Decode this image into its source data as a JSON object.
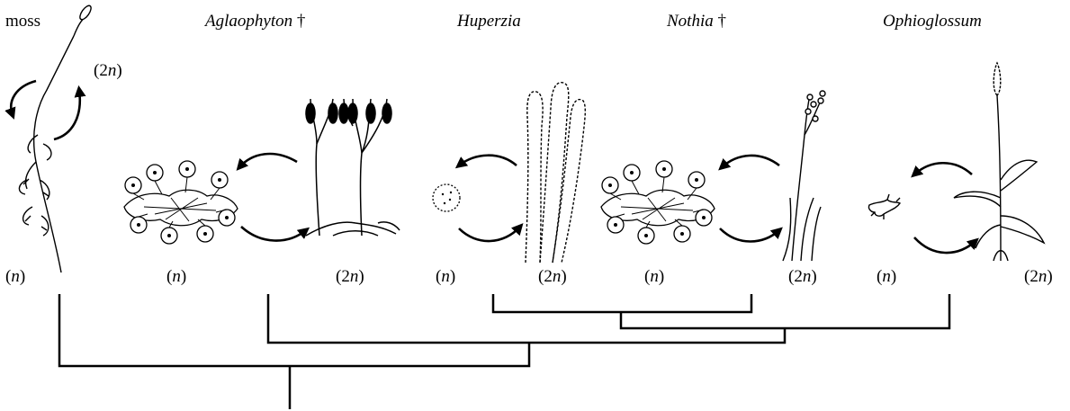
{
  "taxa": [
    {
      "name": "moss",
      "marker": ""
    },
    {
      "name": "Aglaophyton",
      "marker": "†"
    },
    {
      "name": "Huperzia",
      "marker": ""
    },
    {
      "name": "Nothia",
      "marker": "†"
    },
    {
      "name": "Ophioglossum",
      "marker": ""
    }
  ],
  "ploidy": {
    "haploid": "(n)",
    "diploid": "(2n)"
  },
  "colors": {
    "ink": "#000000",
    "background": "#ffffff"
  },
  "tree": {
    "clades": [
      [
        "Huperzia",
        "Nothia"
      ],
      [
        "Huperzia",
        "Nothia",
        "Ophioglossum"
      ],
      [
        "Aglaophyton",
        "Huperzia",
        "Nothia",
        "Ophioglossum"
      ],
      [
        "moss",
        "Aglaophyton",
        "Huperzia",
        "Nothia",
        "Ophioglossum"
      ]
    ]
  }
}
